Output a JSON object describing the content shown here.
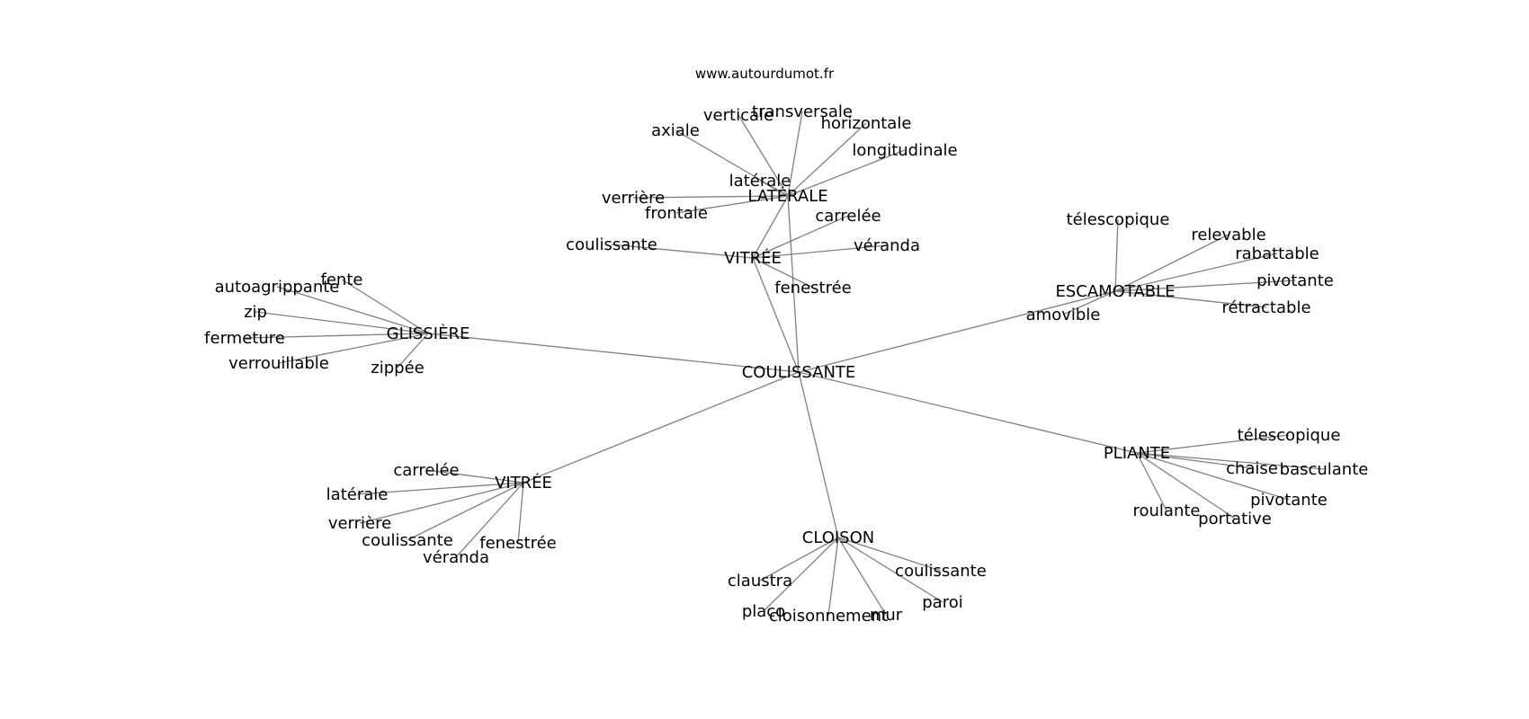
{
  "source_label": "www.autourdumot.fr",
  "colors": {
    "edge": "#808080",
    "text": "#000000",
    "background": "#ffffff"
  },
  "graph": {
    "center": {
      "id": "coulissante",
      "label": "COULISSANTE"
    },
    "hubs": [
      {
        "id": "laterale",
        "label": "LATÉRALE",
        "leaves": [
          {
            "id": "axiale",
            "label": "axiale"
          },
          {
            "id": "verticale",
            "label": "verticale"
          },
          {
            "id": "transversale",
            "label": "transversale"
          },
          {
            "id": "horizontale",
            "label": "horizontale"
          },
          {
            "id": "longitudinale",
            "label": "longitudinale"
          },
          {
            "id": "laterale-small",
            "label": "latérale"
          },
          {
            "id": "verriere-top",
            "label": "verrière"
          },
          {
            "id": "frontale",
            "label": "frontale"
          }
        ]
      },
      {
        "id": "vitree-top",
        "label": "VITRÉE",
        "leaves": [
          {
            "id": "coulissante-top",
            "label": "coulissante"
          },
          {
            "id": "carrelee-top",
            "label": "carrelée"
          },
          {
            "id": "veranda-top",
            "label": "véranda"
          },
          {
            "id": "fenestree-top",
            "label": "fenestrée"
          }
        ]
      },
      {
        "id": "escamotable",
        "label": "ESCAMOTABLE",
        "leaves": [
          {
            "id": "telescopique-top",
            "label": "télescopique"
          },
          {
            "id": "relevable",
            "label": "relevable"
          },
          {
            "id": "rabattable",
            "label": "rabattable"
          },
          {
            "id": "pivotante-top",
            "label": "pivotante"
          },
          {
            "id": "retractable",
            "label": "rétractable"
          },
          {
            "id": "amovible",
            "label": "amovible"
          }
        ]
      },
      {
        "id": "glissiere",
        "label": "GLISSIÈRE",
        "leaves": [
          {
            "id": "fente",
            "label": "fente"
          },
          {
            "id": "autoagrippante",
            "label": "autoagrippante"
          },
          {
            "id": "zip",
            "label": "zip"
          },
          {
            "id": "fermeture",
            "label": "fermeture"
          },
          {
            "id": "verrouillable",
            "label": "verrouillable"
          },
          {
            "id": "zippee",
            "label": "zippée"
          }
        ]
      },
      {
        "id": "pliante",
        "label": "PLIANTE",
        "leaves": [
          {
            "id": "telescopique-bottom",
            "label": "télescopique"
          },
          {
            "id": "chaise",
            "label": "chaise"
          },
          {
            "id": "basculante",
            "label": "basculante"
          },
          {
            "id": "pivotante-bottom",
            "label": "pivotante"
          },
          {
            "id": "roulante",
            "label": "roulante"
          },
          {
            "id": "portative",
            "label": "portative"
          }
        ]
      },
      {
        "id": "vitree-bottom",
        "label": "VITRÉE",
        "leaves": [
          {
            "id": "carrelee-bottom",
            "label": "carrelée"
          },
          {
            "id": "laterale-bottom",
            "label": "latérale"
          },
          {
            "id": "verriere-bottom",
            "label": "verrière"
          },
          {
            "id": "coulissante-bottom",
            "label": "coulissante"
          },
          {
            "id": "veranda-bottom",
            "label": "véranda"
          },
          {
            "id": "fenestree-bottom",
            "label": "fenestrée"
          }
        ]
      },
      {
        "id": "cloison",
        "label": "CLOISON",
        "leaves": [
          {
            "id": "claustra",
            "label": "claustra"
          },
          {
            "id": "placo",
            "label": "placo"
          },
          {
            "id": "cloisonnement",
            "label": "cloisonnement"
          },
          {
            "id": "mur",
            "label": "mur"
          },
          {
            "id": "paroi",
            "label": "paroi"
          },
          {
            "id": "coulissante-cloison",
            "label": "coulissante"
          }
        ]
      }
    ],
    "extra_edges": [
      [
        "laterale",
        "vitree-top"
      ]
    ]
  }
}
